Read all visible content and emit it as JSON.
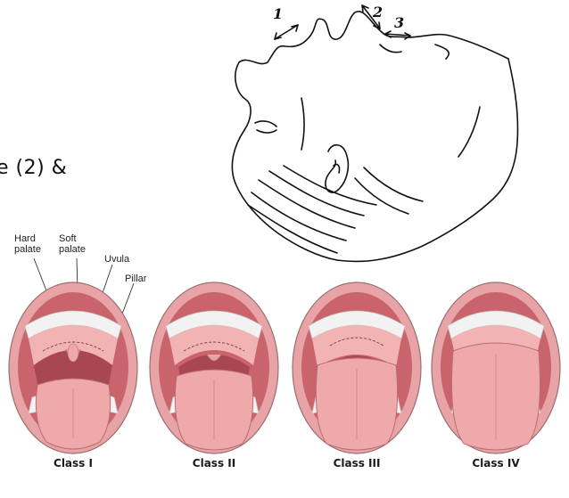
{
  "text_fragment": "e (2) &",
  "head_illustration": {
    "arrow_labels": [
      "1",
      "2",
      "3"
    ]
  },
  "anatomy_labels": {
    "hard_palate": [
      "Hard",
      "palate"
    ],
    "soft_palate": [
      "Soft",
      "palate"
    ],
    "uvula": "Uvula",
    "pillar": "Pillar"
  },
  "classes": [
    {
      "label": "Class I"
    },
    {
      "label": "Class II"
    },
    {
      "label": "Class III"
    },
    {
      "label": "Class IV"
    }
  ],
  "colors": {
    "lip": "#e8a3a6",
    "tongue": "#f0a9ab",
    "throat": "#a8474f",
    "teeth": "#f2f2f2",
    "outline": "#9b6f6f"
  }
}
